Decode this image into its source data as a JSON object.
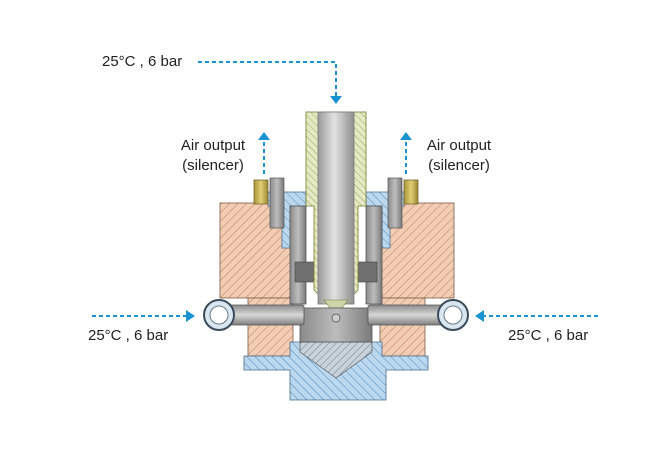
{
  "labels": {
    "top_inlet": "25°C , 6 bar",
    "left_inlet": "25°C , 6 bar",
    "right_inlet": "25°C , 6 bar",
    "left_outlet_line1": "Air output",
    "left_outlet_line2": "(silencer)",
    "right_outlet_line1": "Air output",
    "right_outlet_line2": "(silencer)"
  },
  "colors": {
    "arrow": "#1a93d1",
    "housing_fill": "#f2cdb4",
    "housing_hatch": "#b87f5e",
    "flange_fill": "#bcd8ee",
    "flange_hatch": "#4f8bbf",
    "spindle_fill": "#e5e9c6",
    "spindle_hatch": "#9aa64a",
    "steel_fill": "#9b9b9b",
    "brass": "#c5b14f"
  }
}
